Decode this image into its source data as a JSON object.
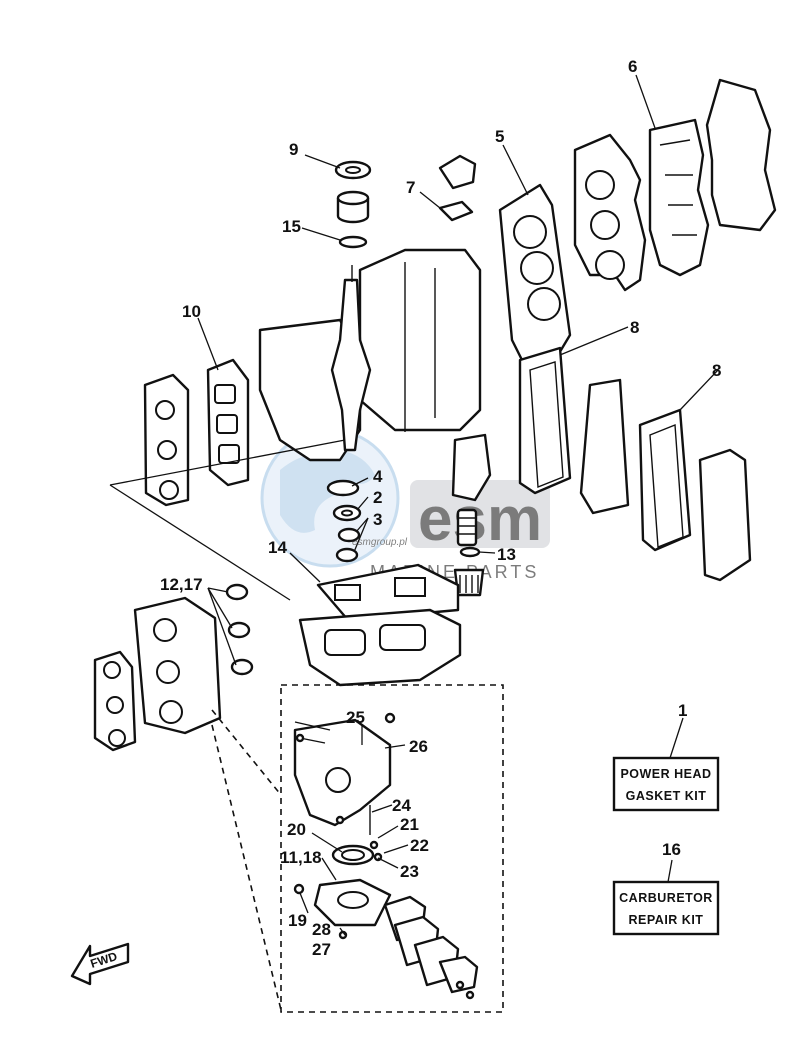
{
  "callouts": [
    {
      "id": "c1",
      "text": "1"
    },
    {
      "id": "c2",
      "text": "2"
    },
    {
      "id": "c3",
      "text": "3"
    },
    {
      "id": "c4",
      "text": "4"
    },
    {
      "id": "c5",
      "text": "5"
    },
    {
      "id": "c6",
      "text": "6"
    },
    {
      "id": "c7",
      "text": "7"
    },
    {
      "id": "c8a",
      "text": "8"
    },
    {
      "id": "c8b",
      "text": "8"
    },
    {
      "id": "c9",
      "text": "9"
    },
    {
      "id": "c10",
      "text": "10"
    },
    {
      "id": "c11_18",
      "text": "11,18"
    },
    {
      "id": "c12_17",
      "text": "12,17"
    },
    {
      "id": "c13",
      "text": "13"
    },
    {
      "id": "c14",
      "text": "14"
    },
    {
      "id": "c15",
      "text": "15"
    },
    {
      "id": "c16",
      "text": "16"
    },
    {
      "id": "c19",
      "text": "19"
    },
    {
      "id": "c20",
      "text": "20"
    },
    {
      "id": "c21",
      "text": "21"
    },
    {
      "id": "c22",
      "text": "22"
    },
    {
      "id": "c23",
      "text": "23"
    },
    {
      "id": "c24",
      "text": "24"
    },
    {
      "id": "c25",
      "text": "25"
    },
    {
      "id": "c26",
      "text": "26"
    },
    {
      "id": "c27",
      "text": "27"
    },
    {
      "id": "c28",
      "text": "28"
    }
  ],
  "kits": {
    "power_head": {
      "line1": "POWER HEAD",
      "line2": "GASKET KIT"
    },
    "carburetor": {
      "line1": "CARBURETOR",
      "line2": "REPAIR KIT"
    }
  },
  "fwd_label": "FWD",
  "watermark": {
    "brand": "esm",
    "sub": "MARINE PARTS",
    "url": "esmgroup.pl"
  },
  "colors": {
    "ink": "#111111",
    "paper": "#ffffff",
    "watermark_blue": "#8fb8dc",
    "watermark_gray": "#b9bcc0"
  }
}
